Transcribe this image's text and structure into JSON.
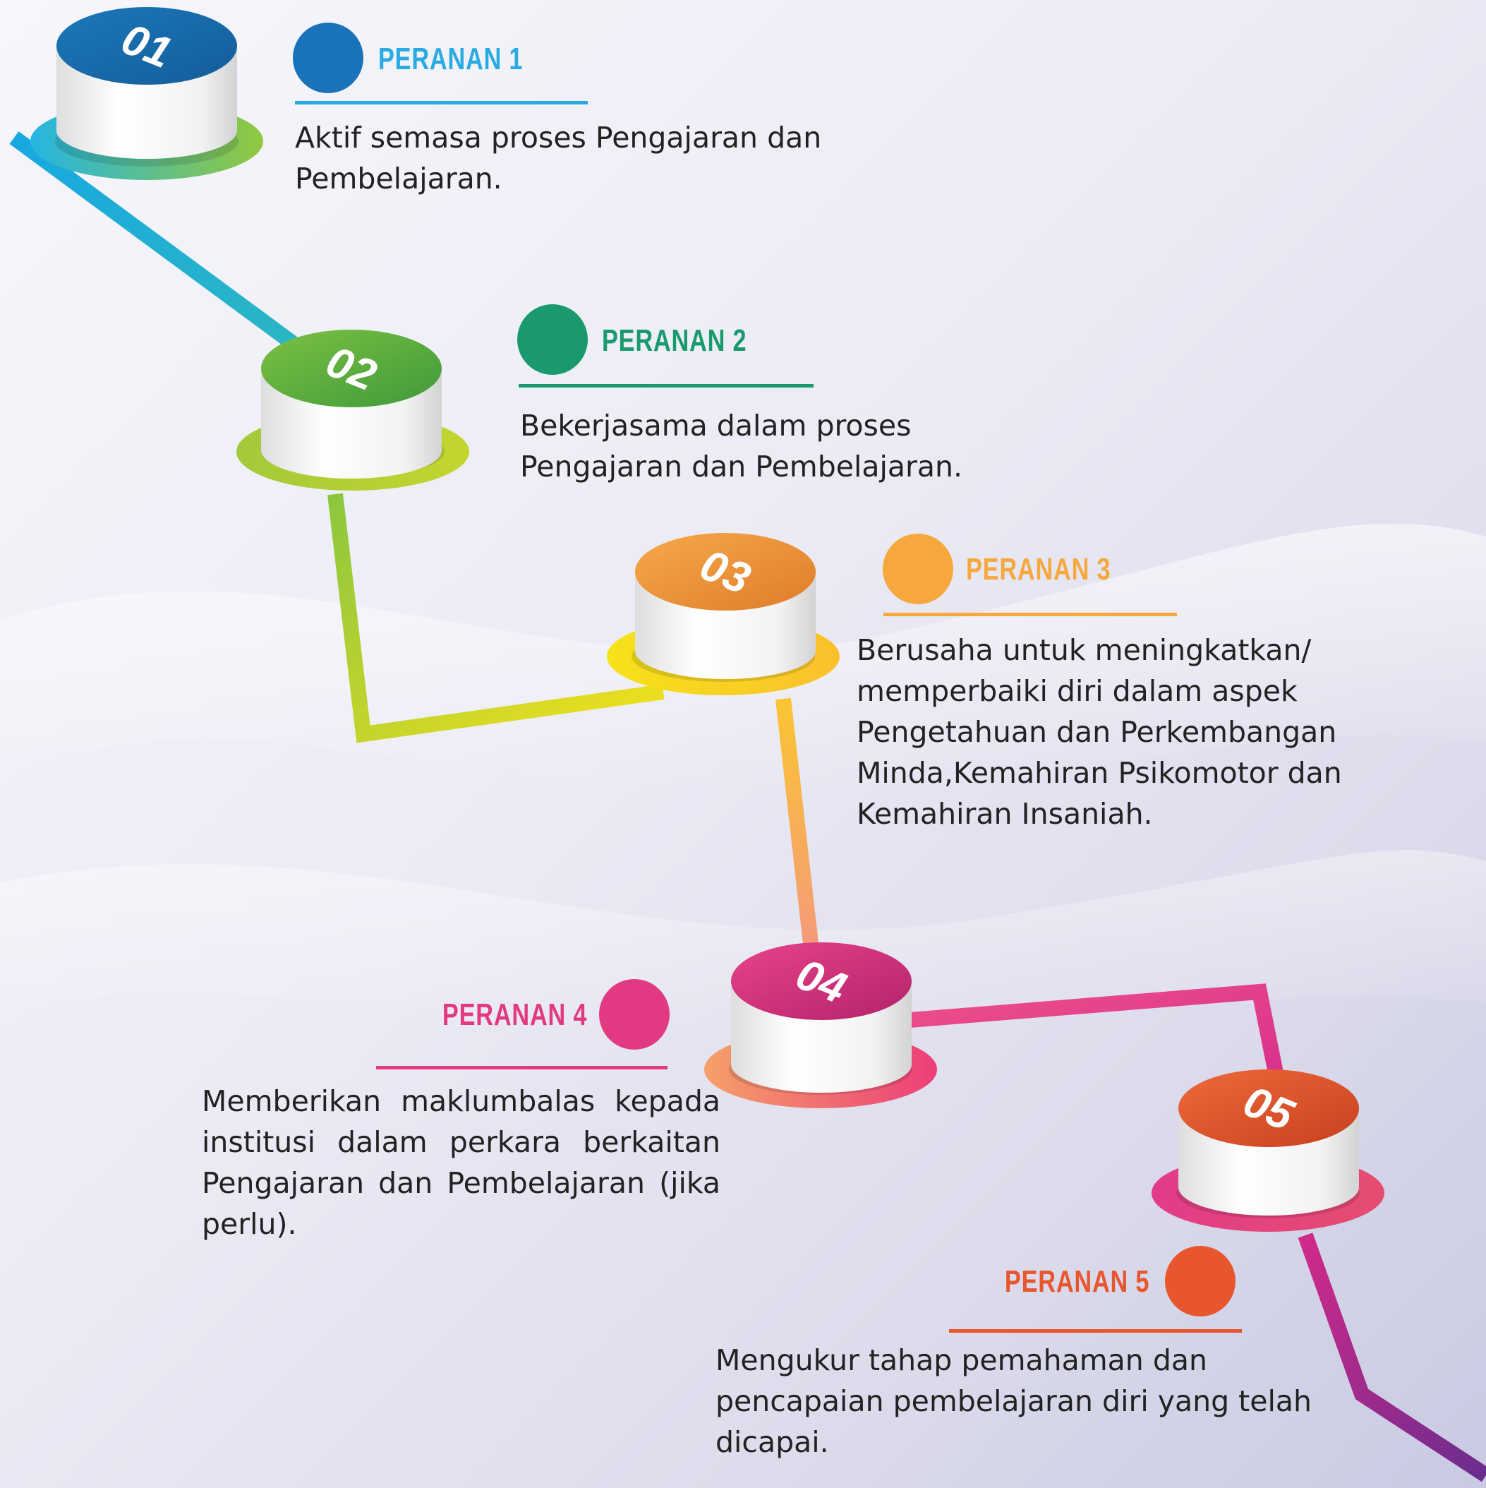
{
  "roles": [
    {
      "number": "01",
      "title": "PERANAN 1",
      "color": "#1e7ab8",
      "description": "Aktif semasa proses Pengajaran dan Pembelajaran."
    },
    {
      "number": "02",
      "title": "PERANAN 2",
      "color": "#1a9a6c",
      "description": "Bekerjasama dalam proses Pengajaran dan Pembelajaran."
    },
    {
      "number": "03",
      "title": "PERANAN 3",
      "color": "#f2a33c",
      "description": "Berusaha untuk meningkatkan/ memperbaiki diri dalam aspek Pengetahuan dan Perkembangan Minda,Kemahiran Psikomotor dan Kemahiran Insaniah."
    },
    {
      "number": "04",
      "title": "PERANAN 4",
      "color": "#e23a82",
      "description": "Memberikan maklumbalas kepada institusi dalam perkara berkaitan Pengajaran dan Pembelajaran (jika perlu)."
    },
    {
      "number": "05",
      "title": "PERANAN 5",
      "color": "#e8562e",
      "description": "Mengukur tahap pemahaman dan pencapaian pembelajaran diri yang telah dicapai."
    }
  ]
}
